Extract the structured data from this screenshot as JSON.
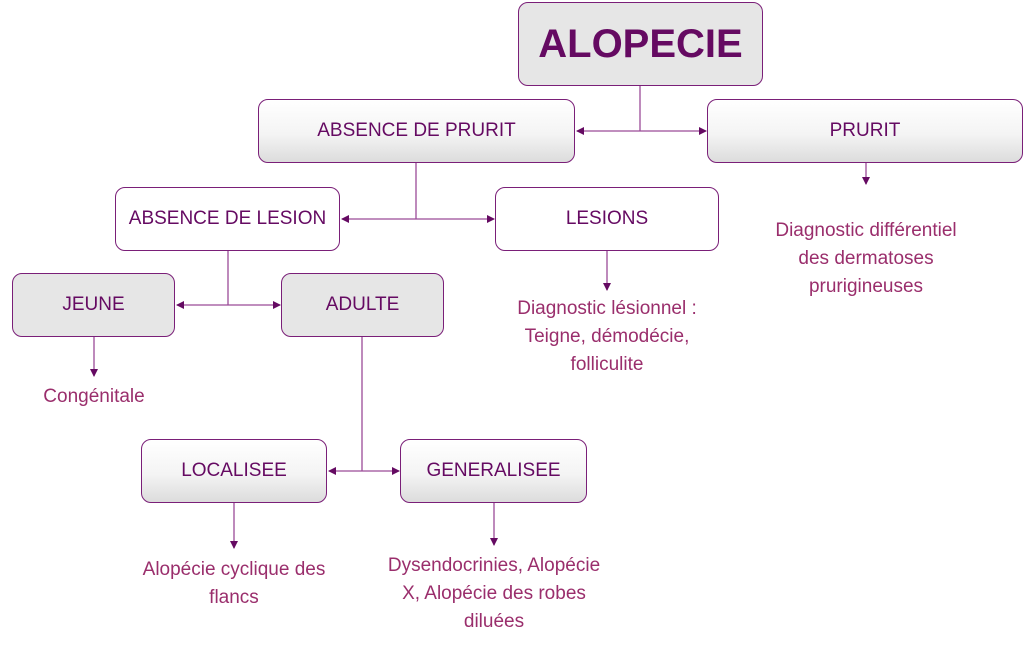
{
  "nodes": {
    "root": "ALOPECIE",
    "absence_prurit": "ABSENCE DE PRURIT",
    "prurit": "PRURIT",
    "absence_lesion": "ABSENCE DE LESION",
    "lesions": "LESIONS",
    "jeune": "JEUNE",
    "adulte": "ADULTE",
    "localisee": "LOCALISEE",
    "generalisee": "GENERALISEE"
  },
  "notes": {
    "prurit": [
      "Diagnostic différentiel",
      "des dermatoses",
      "prurigineuses"
    ],
    "lesions": [
      "Diagnostic lésionnel :",
      "Teigne, démodécie,",
      "folliculite"
    ],
    "jeune": [
      "Congénitale"
    ],
    "localisee": [
      "Alopécie cyclique des",
      "flancs"
    ],
    "generalisee": [
      "Dysendocrinies, Alopécie",
      "X, Alopécie des robes",
      "diluées"
    ]
  },
  "colors": {
    "border": "#7a1f78",
    "label": "#650a62",
    "note": "#9a2e6c",
    "connector": "#8b3a88"
  }
}
